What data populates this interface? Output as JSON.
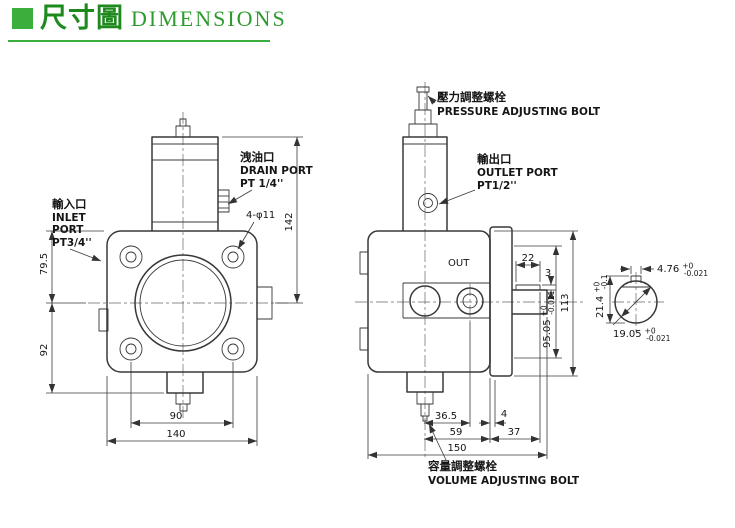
{
  "header": {
    "title_zh": "尺寸圖",
    "title_en": "DIMENSIONS"
  },
  "colors": {
    "accent_green": "#3cae3c",
    "title_green_dark": "#1e8a1e",
    "line": "#383838"
  },
  "callouts": {
    "pressure_bolt": {
      "zh": "壓力調整螺栓",
      "en": "PRESSURE ADJUSTING BOLT"
    },
    "drain_port": {
      "zh": "洩油口",
      "en": "DRAIN PORT",
      "size": "PT 1/4''"
    },
    "outlet_port": {
      "zh": "輸出口",
      "en": "OUTLET PORT",
      "size": "PT1/2''"
    },
    "inlet_port": {
      "zh": "輸入口",
      "en1": "INLET",
      "en2": "PORT",
      "size": "PT3/4''"
    },
    "volume_bolt": {
      "zh": "容量調整螺栓",
      "en": "VOLUME ADJUSTING BOLT"
    },
    "bolt_holes": "4-φ11",
    "out_label": "OUT"
  },
  "front_view": {
    "dim_height_upper": "142",
    "dim_left_upper": "79.5",
    "dim_left_lower": "92",
    "dim_bolt_span": "90",
    "dim_width": "140"
  },
  "side_view": {
    "dim_key_length": "22",
    "dim_key_height": "3",
    "dim_pilot": {
      "val": "95.05",
      "tol_plus": "+0",
      "tol_minus": "-0.021"
    },
    "dim_height": "113",
    "dim_bolt_offset": "36.5",
    "dim_step": "4",
    "dim_front_len": "59",
    "dim_flange_shaft": "37",
    "dim_total_len": "150"
  },
  "shaft_detail": {
    "key_width": {
      "val": "4.76",
      "tol_plus": "+0",
      "tol_minus": "-0.021"
    },
    "height_over_key": {
      "val": "21.4",
      "tol_plus": "+0",
      "tol_minus": "-0.1"
    },
    "shaft_dia": {
      "val": "19.05",
      "tol_plus": "+0",
      "tol_minus": "-0.021"
    }
  }
}
